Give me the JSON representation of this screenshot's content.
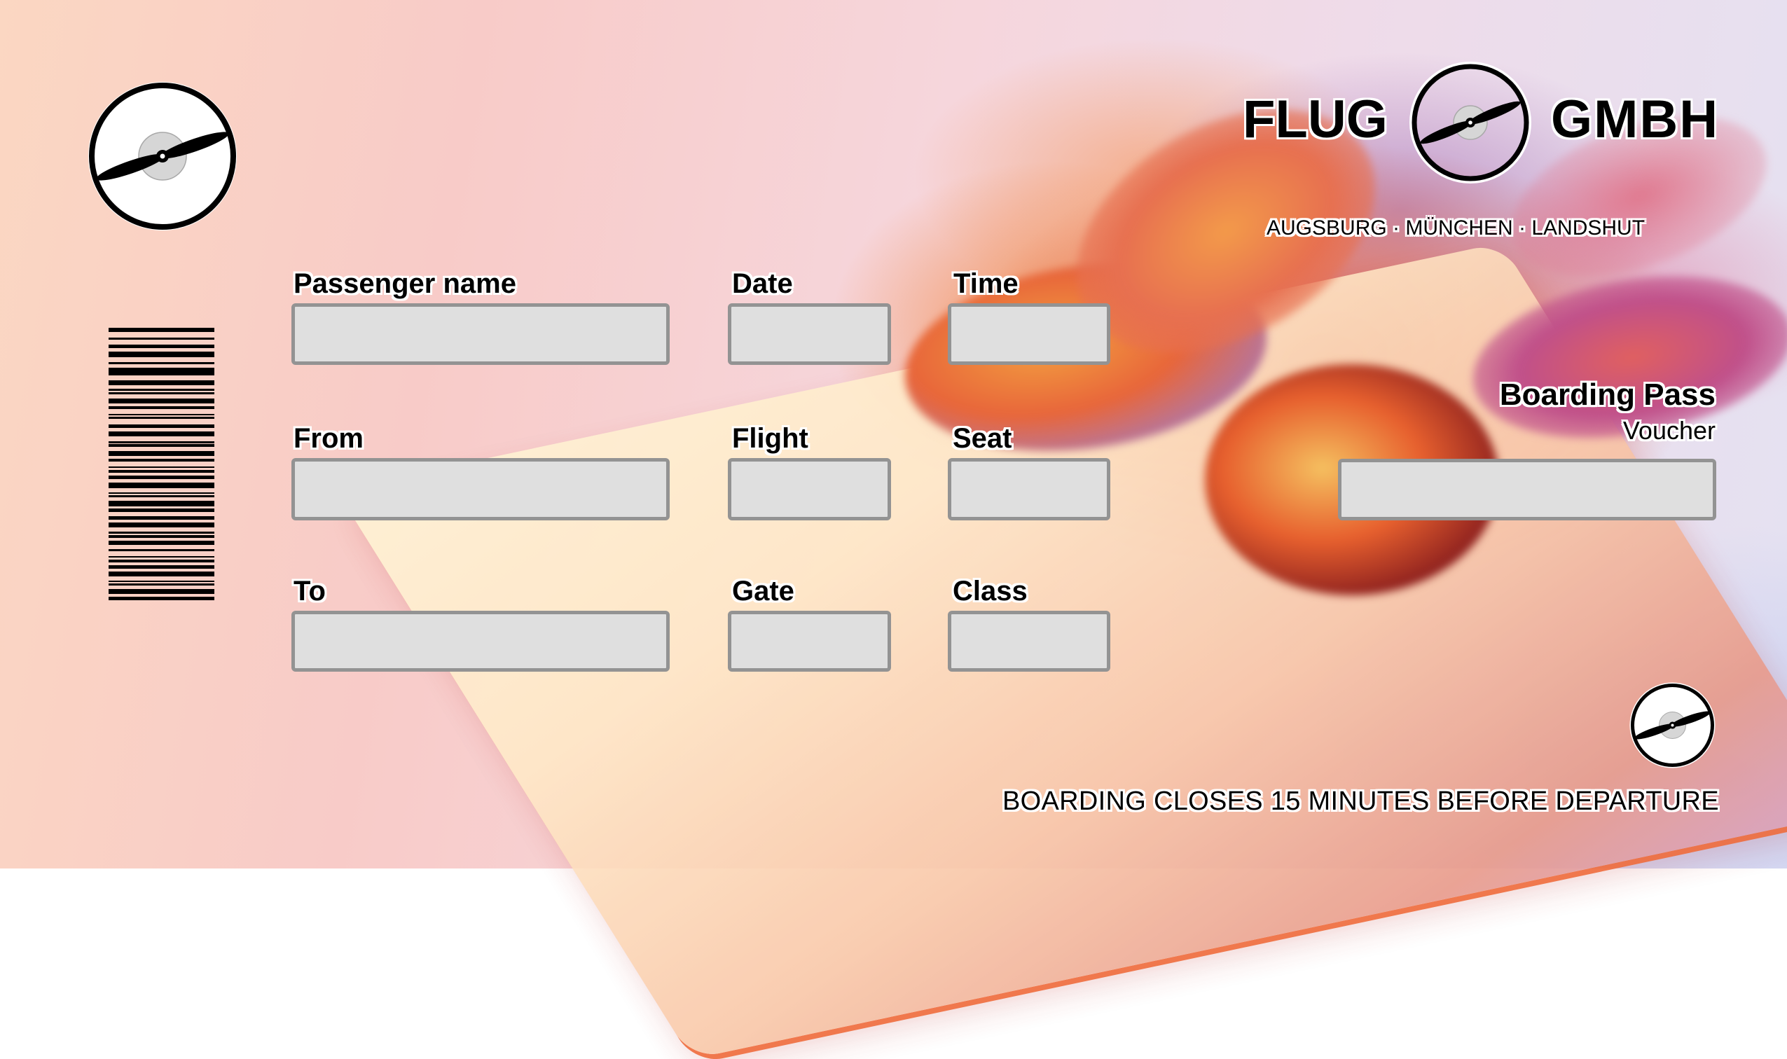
{
  "brand": {
    "name_left": "FLUG",
    "name_right": "GMBH",
    "cities": "AUGSBURG · MÜNCHEN · LANDSHUT",
    "logo_icon": "propeller-logo-icon"
  },
  "ticket": {
    "title": "Boarding Pass",
    "subtitle": "Voucher",
    "voucher_value": "",
    "footer_notice": "BOARDING CLOSES 15 MINUTES BEFORE DEPARTURE"
  },
  "fields": {
    "passenger_name": {
      "label": "Passenger name",
      "value": ""
    },
    "date": {
      "label": "Date",
      "value": ""
    },
    "time": {
      "label": "Time",
      "value": ""
    },
    "from": {
      "label": "From",
      "value": ""
    },
    "flight": {
      "label": "Flight",
      "value": ""
    },
    "seat": {
      "label": "Seat",
      "value": ""
    },
    "to": {
      "label": "To",
      "value": ""
    },
    "gate": {
      "label": "Gate",
      "value": ""
    },
    "class": {
      "label": "Class",
      "value": ""
    }
  },
  "colors": {
    "field_fill": "#dfdfdf",
    "field_border": "#939393",
    "text": "#000000",
    "text_outline": "#ffffff"
  },
  "barcode": {
    "icon": "barcode-icon",
    "bars": [
      [
        0,
        6
      ],
      [
        14,
        3
      ],
      [
        24,
        5
      ],
      [
        34,
        8
      ],
      [
        49,
        3
      ],
      [
        57,
        11
      ],
      [
        75,
        7
      ],
      [
        87,
        3
      ],
      [
        92,
        3
      ],
      [
        101,
        7
      ],
      [
        112,
        4
      ],
      [
        123,
        2
      ],
      [
        127,
        3
      ],
      [
        138,
        5
      ],
      [
        148,
        7
      ],
      [
        162,
        3
      ],
      [
        166,
        4
      ],
      [
        176,
        7
      ],
      [
        187,
        4
      ],
      [
        198,
        2
      ],
      [
        203,
        4
      ],
      [
        211,
        5
      ],
      [
        221,
        8
      ],
      [
        235,
        2
      ],
      [
        239,
        3
      ],
      [
        247,
        8
      ],
      [
        258,
        5
      ],
      [
        269,
        5
      ],
      [
        278,
        7
      ],
      [
        291,
        3
      ],
      [
        296,
        4
      ],
      [
        304,
        6
      ],
      [
        316,
        3
      ],
      [
        326,
        2
      ],
      [
        331,
        4
      ],
      [
        339,
        5
      ],
      [
        348,
        7
      ],
      [
        361,
        2
      ],
      [
        365,
        3
      ],
      [
        373,
        7
      ],
      [
        384,
        5
      ]
    ]
  }
}
